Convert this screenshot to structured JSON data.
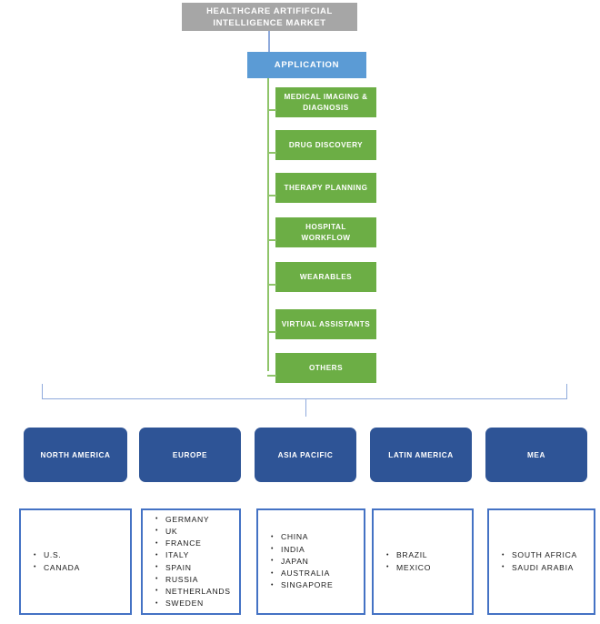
{
  "diagram": {
    "root": {
      "label": "HEALTHCARE ARTIFIFCIAL INTELLIGENCE MARKET",
      "color": "#a6a6a6"
    },
    "segment": {
      "label": "APPLICATION",
      "color": "#5b9bd5"
    },
    "applications": {
      "color": "#6cae45",
      "items": [
        {
          "label": "MEDICAL IMAGING & DIAGNOSIS"
        },
        {
          "label": "DRUG DISCOVERY"
        },
        {
          "label": "THERAPY PLANNING"
        },
        {
          "label": "HOSPITAL WORKFLOW"
        },
        {
          "label": "WEARABLES"
        },
        {
          "label": "VIRTUAL ASSISTANTS"
        },
        {
          "label": "OTHERS"
        }
      ]
    },
    "regions": {
      "color": "#2e5496",
      "list_border_color": "#4472c4",
      "items": [
        {
          "label": "NORTH AMERICA",
          "countries": [
            "U.S.",
            "CANADA"
          ]
        },
        {
          "label": "EUROPE",
          "countries": [
            "GERMANY",
            "UK",
            "FRANCE",
            "ITALY",
            "SPAIN",
            "RUSSIA",
            "NETHERLANDS",
            "SWEDEN"
          ]
        },
        {
          "label": "ASIA PACIFIC",
          "countries": [
            "CHINA",
            "INDIA",
            "JAPAN",
            "AUSTRALIA",
            "SINGAPORE"
          ]
        },
        {
          "label": "LATIN AMERICA",
          "countries": [
            "BRAZIL",
            "MEXICO"
          ]
        },
        {
          "label": "MEA",
          "countries": [
            "SOUTH AFRICA",
            "SAUDI ARABIA"
          ]
        }
      ]
    }
  }
}
